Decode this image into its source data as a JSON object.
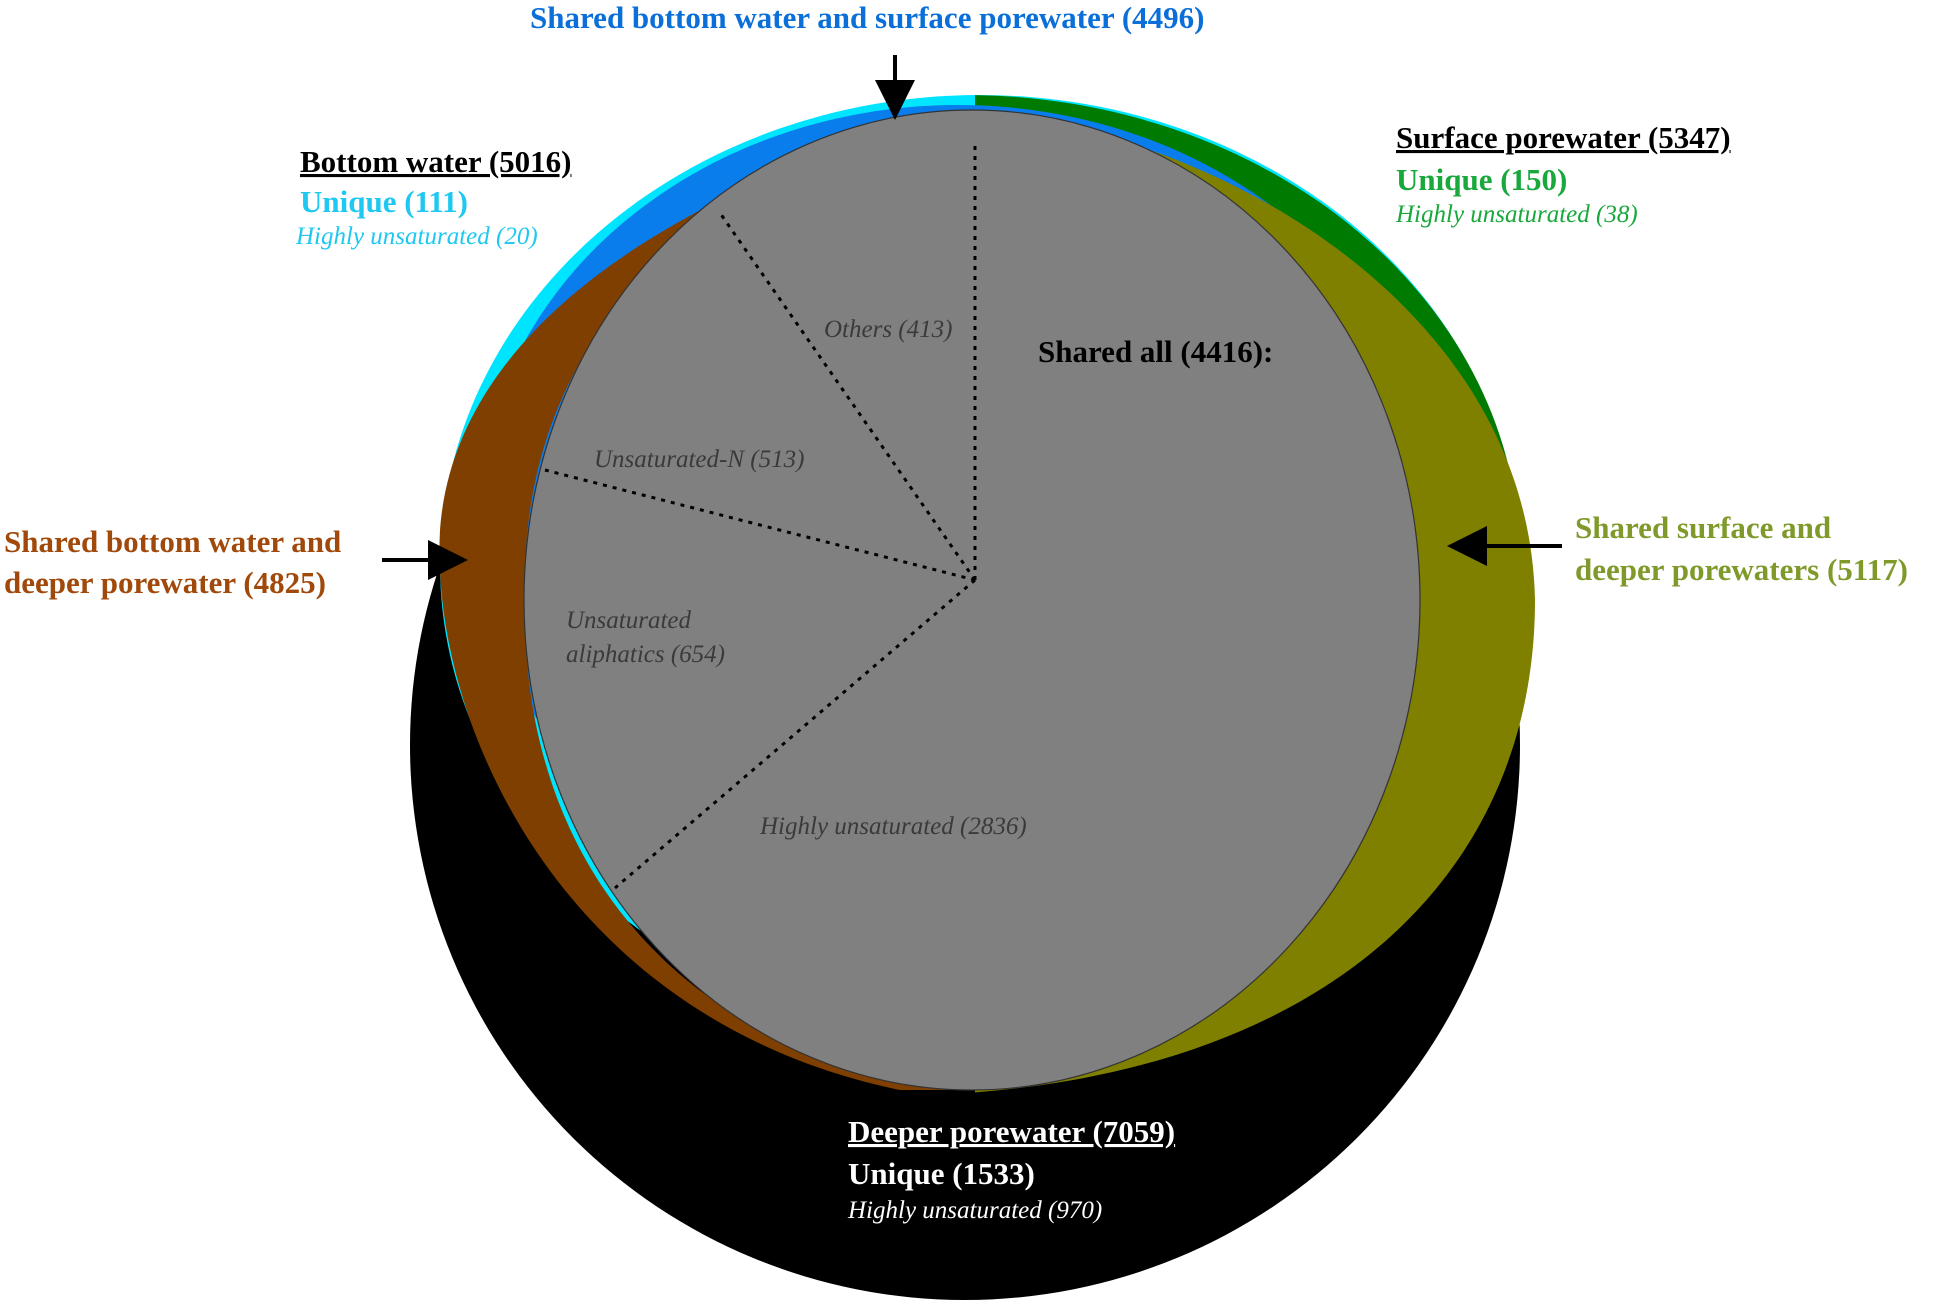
{
  "colors": {
    "deeper": "#000000",
    "surface": "#007a00",
    "bottom": "#00e5ff",
    "shared_bottom_surface": "#0a7ded",
    "shared_bottom_deeper": "#7f3f00",
    "shared_surface_deeper": "#7f7f00",
    "shared_all": "#808080",
    "bottom_text": "#1ec8f0",
    "shared_bottom_surface_text": "#0a6fd8",
    "surface_text": "#18a83c",
    "shared_bottom_deeper_text": "#a0490a",
    "shared_surface_deeper_text": "#7f9a2a"
  },
  "labels": {
    "shared_bottom_surface": "Shared bottom water and surface porewater (4496)",
    "bottom_title": "Bottom water (5016)",
    "bottom_unique": "Unique (111)",
    "bottom_hu": "Highly unsaturated (20)",
    "surface_title": "Surface porewater (5347)",
    "surface_unique": "Unique (150)",
    "surface_hu": "Highly unsaturated (38)",
    "shared_bottom_deeper_line1": "Shared bottom water and",
    "shared_bottom_deeper_line2": "deeper porewater (4825)",
    "shared_surface_deeper_line1": "Shared surface and",
    "shared_surface_deeper_line2": "deeper porewaters (5117)",
    "shared_all": "Shared all (4416):",
    "deeper_title": "Deeper porewater (7059)",
    "deeper_unique": "Unique (1533)",
    "deeper_hu": "Highly unsaturated (970)"
  },
  "shared_all_breakdown": [
    {
      "name": "Others (413)",
      "value": 413
    },
    {
      "name": "Unsaturated-N (513)",
      "value": 513
    },
    {
      "name_line1": "Unsaturated",
      "name_line2": "aliphatics (654)",
      "value": 654
    },
    {
      "name": "Highly unsaturated (2836)",
      "value": 2836
    }
  ]
}
